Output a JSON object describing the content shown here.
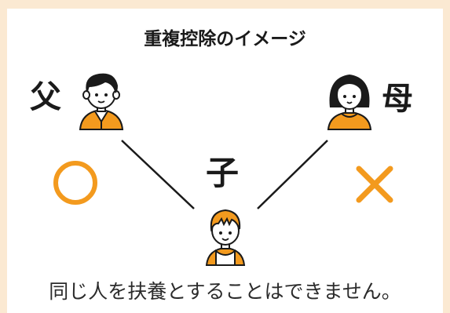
{
  "title": "重複控除のイメージ",
  "labels": {
    "father": "父",
    "mother": "母",
    "child": "子"
  },
  "marks": {
    "allowed": "○",
    "not_allowed": "×"
  },
  "caption": "同じ人を扶養とすることはできません。",
  "colors": {
    "accent": "#f39a1e",
    "background": "#fbe9d2",
    "ink": "#1a1a1a"
  }
}
